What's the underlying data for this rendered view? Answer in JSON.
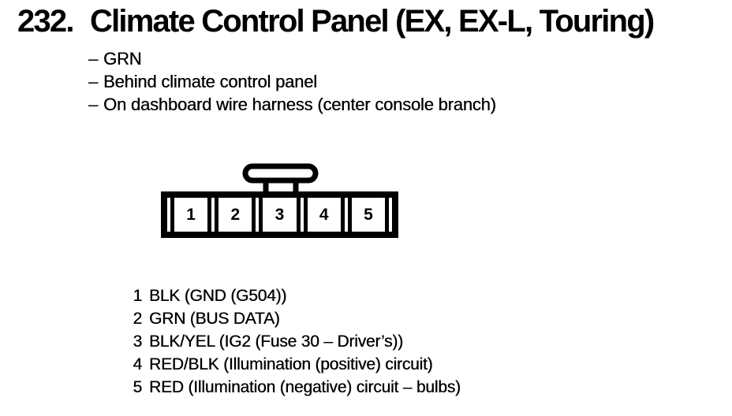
{
  "doc": {
    "item_number": "232.",
    "title": "Climate Control Panel (EX, EX-L, Touring)",
    "note_bullet": "–",
    "notes": [
      "GRN",
      "Behind climate control panel",
      "On dashboard wire harness (center console branch)"
    ],
    "connector": {
      "type": "5-pin connector, female, lock tab on top",
      "pins": [
        "1",
        "2",
        "3",
        "4",
        "5"
      ]
    },
    "pin_list": [
      {
        "pin": "1",
        "desc": "BLK (GND (G504))"
      },
      {
        "pin": "2",
        "desc": "GRN (BUS DATA)"
      },
      {
        "pin": "3",
        "desc": "BLK/YEL (IG2 (Fuse 30 – Driver’s))"
      },
      {
        "pin": "4",
        "desc": "RED/BLK (Illumination (positive) circuit)"
      },
      {
        "pin": "5",
        "desc": "RED (Illumination (negative) circuit – bulbs)"
      }
    ],
    "colors": {
      "ink": "#000000",
      "paper": "#ffffff"
    }
  }
}
